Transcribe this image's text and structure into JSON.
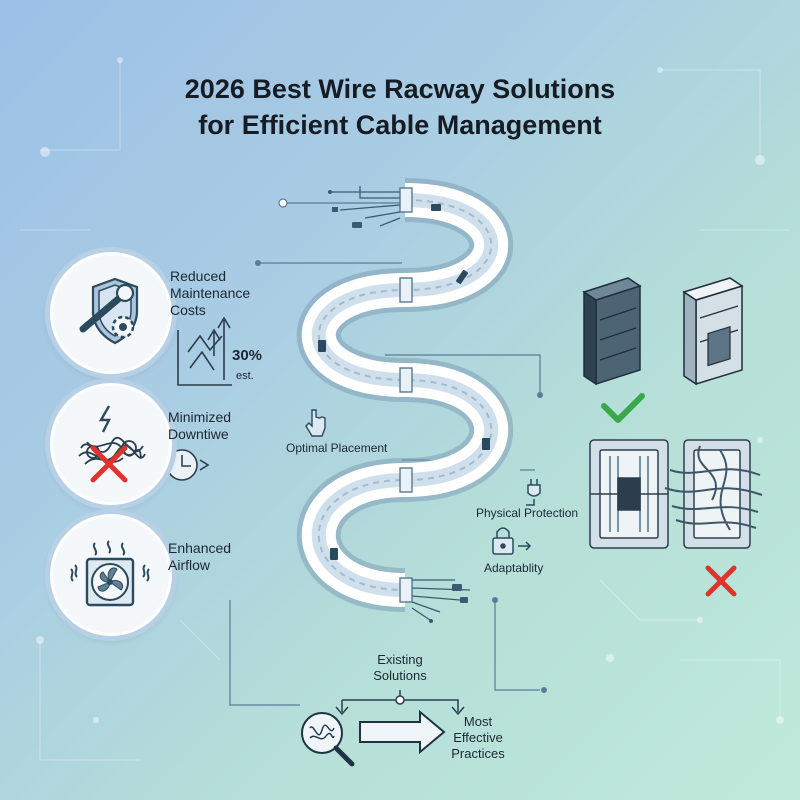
{
  "title": {
    "line1": "2026 Best Wire Racway Solutions",
    "line2": "for Efficient Cable Management"
  },
  "benefits": [
    {
      "label_line1": "Reduced",
      "label_line2": "Maintenance",
      "label_line3": "Costs",
      "icon": "shield-wrench-gear-icon"
    },
    {
      "label_line1": "Minimized",
      "label_line2": "Downtiwe",
      "icon": "tangled-wires-crossed-icon"
    },
    {
      "label_line1": "Enhanced",
      "label_line2": "Airflow",
      "icon": "fan-airflow-icon"
    }
  ],
  "stat": {
    "value": "30%",
    "unit": "est."
  },
  "raceway_labels": {
    "placement": "Optimal Placement",
    "protection": "Physical Protection",
    "adaptability": "Adaptablity"
  },
  "flow": {
    "top": "Existing",
    "top2": "Solutions",
    "right1": "Most",
    "right2": "Effective",
    "right3": "Practices"
  },
  "colors": {
    "accent_dark": "#2c4a5e",
    "check": "#3aa84a",
    "cross": "#e0332b",
    "raceway": "#ffffff"
  }
}
